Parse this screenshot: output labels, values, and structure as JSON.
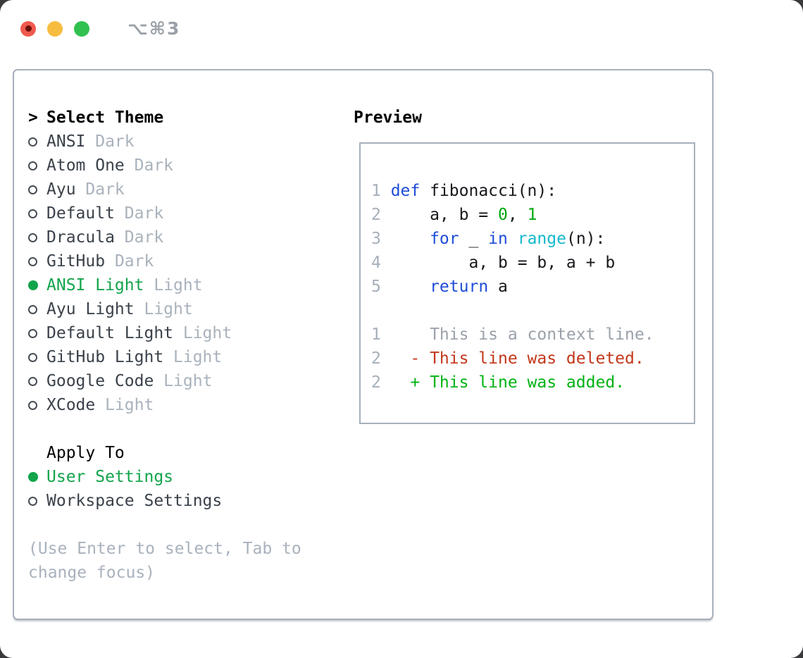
{
  "window": {
    "title": "⌥⌘3",
    "traffic_lights": [
      "close",
      "minimize",
      "zoom"
    ]
  },
  "theme_selector": {
    "prompt": ">",
    "title": "Select Theme",
    "items": [
      {
        "label": "ANSI",
        "tag": "Dark",
        "selected": false
      },
      {
        "label": "Atom One",
        "tag": "Dark",
        "selected": false
      },
      {
        "label": "Ayu",
        "tag": "Dark",
        "selected": false
      },
      {
        "label": "Default",
        "tag": "Dark",
        "selected": false
      },
      {
        "label": "Dracula",
        "tag": "Dark",
        "selected": false
      },
      {
        "label": "GitHub",
        "tag": "Dark",
        "selected": false
      },
      {
        "label": "ANSI Light",
        "tag": "Light",
        "selected": true
      },
      {
        "label": "Ayu Light",
        "tag": "Light",
        "selected": false
      },
      {
        "label": "Default Light",
        "tag": "Light",
        "selected": false
      },
      {
        "label": "GitHub Light",
        "tag": "Light",
        "selected": false
      },
      {
        "label": "Google Code",
        "tag": "Light",
        "selected": false
      },
      {
        "label": "XCode",
        "tag": "Light",
        "selected": false
      }
    ]
  },
  "apply_to": {
    "title": "Apply To",
    "options": [
      {
        "label": "User Settings",
        "selected": true
      },
      {
        "label": "Workspace Settings",
        "selected": false
      }
    ]
  },
  "hint": "(Use Enter to select, Tab to change focus)",
  "preview": {
    "title": "Preview",
    "lines": [
      {
        "num": "1",
        "tokens": [
          {
            "text": "def",
            "type": "keyword"
          },
          {
            "text": " fibonacci(n):",
            "type": "plain"
          }
        ]
      },
      {
        "num": "2",
        "tokens": [
          {
            "text": "    a, b = ",
            "type": "plain"
          },
          {
            "text": "0",
            "type": "number"
          },
          {
            "text": ", ",
            "type": "plain"
          },
          {
            "text": "1",
            "type": "number"
          }
        ]
      },
      {
        "num": "3",
        "tokens": [
          {
            "text": "    ",
            "type": "plain"
          },
          {
            "text": "for",
            "type": "keyword"
          },
          {
            "text": " _ ",
            "type": "plain"
          },
          {
            "text": "in",
            "type": "keyword"
          },
          {
            "text": " ",
            "type": "plain"
          },
          {
            "text": "range",
            "type": "builtin"
          },
          {
            "text": "(n):",
            "type": "plain"
          }
        ]
      },
      {
        "num": "4",
        "tokens": [
          {
            "text": "        a, b = b, a + b",
            "type": "plain"
          }
        ]
      },
      {
        "num": "5",
        "tokens": [
          {
            "text": "    ",
            "type": "plain"
          },
          {
            "text": "return",
            "type": "keyword"
          },
          {
            "text": " a",
            "type": "plain"
          }
        ]
      },
      {
        "num": "",
        "tokens": []
      },
      {
        "num": "1",
        "tokens": [
          {
            "text": "    This is a context line.",
            "type": "context"
          }
        ]
      },
      {
        "num": "2",
        "tokens": [
          {
            "text": "  - This line was deleted.",
            "type": "deleted"
          }
        ]
      },
      {
        "num": "2",
        "tokens": [
          {
            "text": "  + This line was added.",
            "type": "added"
          }
        ]
      }
    ]
  },
  "colors": {
    "selected_green": "#12a44a",
    "keyword_blue": "#1d4cd7",
    "builtin_cyan": "#14b8cc",
    "number_green": "#00a80b",
    "added_green": "#00b312",
    "deleted_red": "#c3371b",
    "muted_gray": "#a9b2bc",
    "border_gray": "#a7b0bb",
    "traffic_red": "#f1594e",
    "traffic_yellow": "#f7bd40",
    "traffic_green": "#31c14e"
  }
}
